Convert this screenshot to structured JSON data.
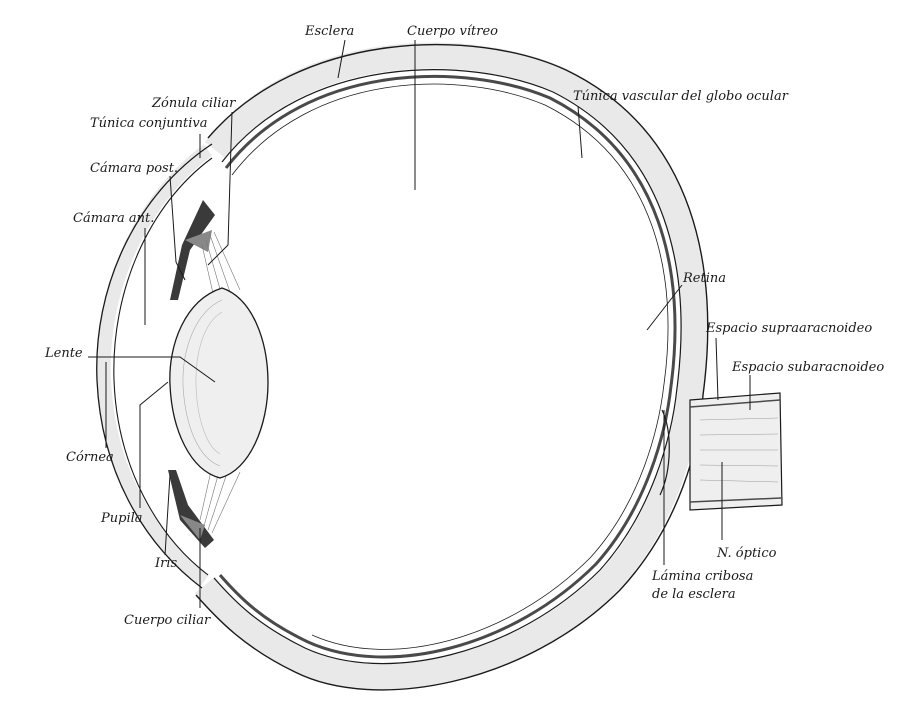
{
  "labels": {
    "esclera": "Esclera",
    "cuerpo_vitreo": "Cuerpo vítreo",
    "zonula_ciliar": "Zónula ciliar",
    "tunica_conjuntiva": "Túnica conjuntiva",
    "tunica_vascular": "Túnica vascular del globo ocular",
    "camara_post": "Cámara post.",
    "camara_ant": "Cámara ant.",
    "retina": "Retina",
    "espacio_supraaracnoideo": "Espacio supraaracnoideo",
    "lente": "Lente",
    "espacio_subaracnoideo": "Espacio subaracnoideo",
    "cornea": "Córnea",
    "pupila": "Pupila",
    "iris": "Iris",
    "n_optico": "N. óptico",
    "lamina_cribosa_1": "Lámina cribosa",
    "lamina_cribosa_2": "de la esclera",
    "cuerpo_ciliar": "Cuerpo ciliar"
  },
  "colors": {
    "line": "#1a1a1a",
    "tissue": "#e9e9e9",
    "choroid": "#4a4a4a"
  }
}
